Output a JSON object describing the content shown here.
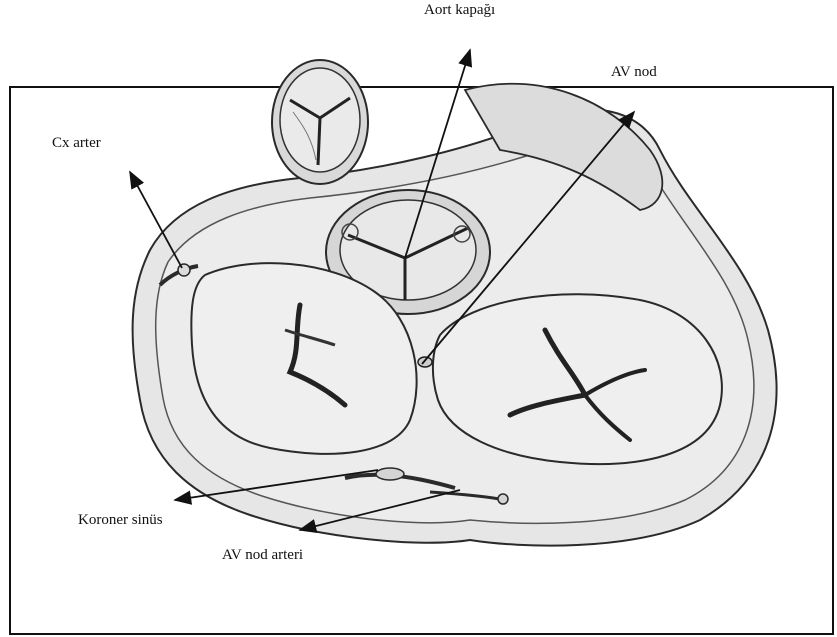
{
  "figure": {
    "labels": {
      "aort_kapagi": "Aort kapağı",
      "av_nod": "AV nod",
      "cx_arter": "Cx arter",
      "koroner_sinus": "Koroner sinüs",
      "av_nod_arteri": "AV nod arteri"
    },
    "style": {
      "ink": "#2a2a2a",
      "shade": "#bdbdbd",
      "fill": "#e6e6e6",
      "light_fill": "#efefef"
    }
  }
}
